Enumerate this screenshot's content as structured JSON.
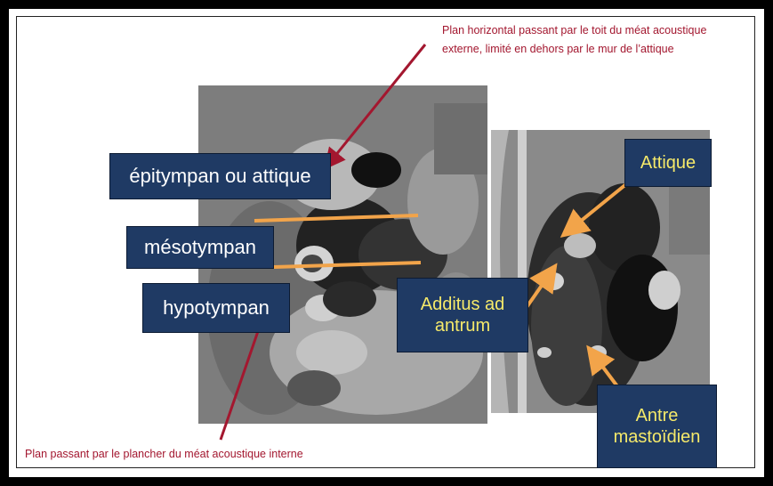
{
  "annotations": {
    "top_note_line1": "Plan horizontal passant par le toit du méat acoustique",
    "top_note_line2": "externe, limité en dehors par le mur de l’attique",
    "bottom_note": "Plan passant par le plancher du méat acoustique interne"
  },
  "labels": {
    "epitympan": "épitympan ou attique",
    "mesotympan": "mésotympan",
    "hypotympan": "hypotympan",
    "additus_line1": "Additus ad",
    "additus_line2": "antrum",
    "attique": "Attique",
    "antre_line1": "Antre",
    "antre_line2": "mastoïdien"
  },
  "colors": {
    "label_box": "#1f3a64",
    "label_text_white": "#ffffff",
    "label_text_yellow": "#f5e96a",
    "annotation_red": "#a3172f",
    "orange_lines": "#f2a44a"
  }
}
